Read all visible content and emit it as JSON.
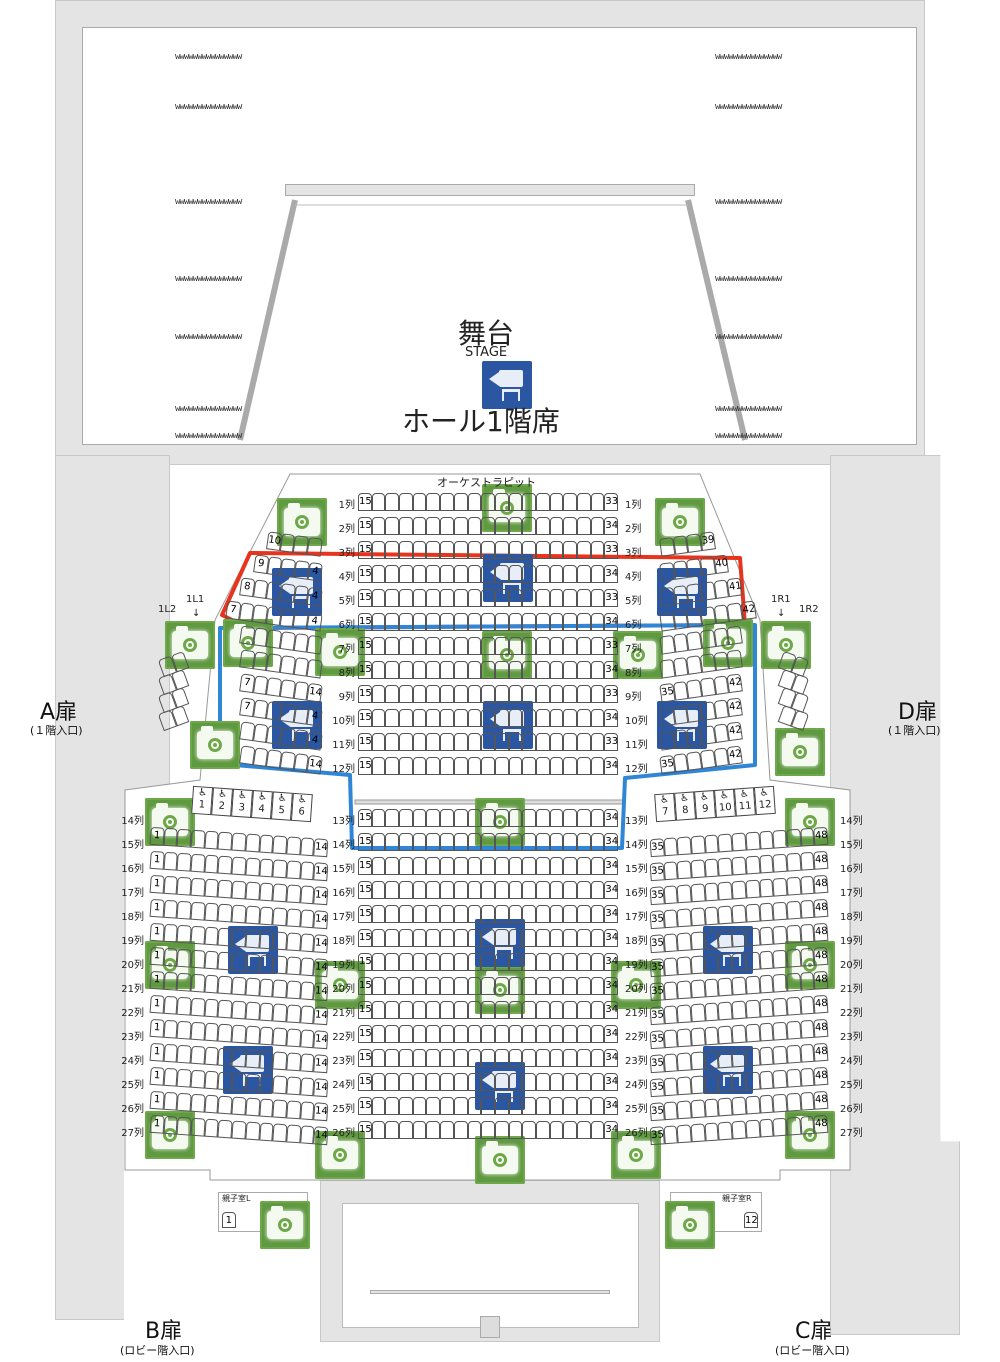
{
  "stage": {
    "title_jp": "舞台",
    "title_en": "STAGE",
    "hall_title": "ホール1階席",
    "batten": "wwwwwwwwwwwwwww"
  },
  "orchestra_pit": "オーケストラピット",
  "boxes": {
    "l1": "1L1",
    "l2": "1L2",
    "r1": "1R1",
    "r2": "1R2",
    "arrow": "↓"
  },
  "doors": {
    "a": {
      "label": "A扉",
      "sub": "(１階入口)"
    },
    "d": {
      "label": "D扉",
      "sub": "(１階入口)"
    },
    "b": {
      "label": "B扉",
      "sub": "(ロビー階入口)"
    },
    "c": {
      "label": "C扉",
      "sub": "(ロビー階入口)"
    }
  },
  "family_rooms": {
    "left": {
      "label": "親子室L",
      "first": "1"
    },
    "right": {
      "label": "親子室R",
      "last": "12"
    }
  },
  "center_rows": [
    {
      "label": "1列",
      "first": "15",
      "last": "33"
    },
    {
      "label": "2列",
      "first": "15",
      "last": "34"
    },
    {
      "label": "3列",
      "first": "15",
      "last": "33"
    },
    {
      "label": "4列",
      "first": "15",
      "last": "34"
    },
    {
      "label": "5列",
      "first": "15",
      "last": "33"
    },
    {
      "label": "6列",
      "first": "15",
      "last": "34"
    },
    {
      "label": "7列",
      "first": "15",
      "last": "33"
    },
    {
      "label": "8列",
      "first": "15",
      "last": "34"
    },
    {
      "label": "9列",
      "first": "15",
      "last": "33"
    },
    {
      "label": "10列",
      "first": "15",
      "last": "34"
    },
    {
      "label": "11列",
      "first": "15",
      "last": "33"
    },
    {
      "label": "12列",
      "first": "15",
      "last": "34"
    },
    {
      "label": "13列",
      "first": "15",
      "last": "34"
    },
    {
      "label": "14列",
      "first": "15",
      "last": "34"
    },
    {
      "label": "15列",
      "first": "15",
      "last": "34"
    },
    {
      "label": "16列",
      "first": "15",
      "last": "34"
    },
    {
      "label": "17列",
      "first": "15",
      "last": "34"
    },
    {
      "label": "18列",
      "first": "15",
      "last": "34"
    },
    {
      "label": "19列",
      "first": "15",
      "last": "34"
    },
    {
      "label": "20列",
      "first": "15",
      "last": "34"
    },
    {
      "label": "21列",
      "first": "15",
      "last": "34"
    },
    {
      "label": "22列",
      "first": "15",
      "last": "34"
    },
    {
      "label": "23列",
      "first": "15",
      "last": "34"
    },
    {
      "label": "24列",
      "first": "15",
      "last": "34"
    },
    {
      "label": "25列",
      "first": "15",
      "last": "34"
    },
    {
      "label": "26列",
      "first": "15",
      "last": "34"
    }
  ],
  "front_wing_rows": {
    "left": [
      {
        "first": "10",
        "last": ""
      },
      {
        "first": "9",
        "last": "4"
      },
      {
        "first": "8",
        "last": "4"
      },
      {
        "first": "7",
        "last": "4"
      },
      {
        "first": "",
        "last": ""
      },
      {
        "first": "",
        "last": ""
      },
      {
        "first": "7",
        "last": "14"
      },
      {
        "first": "7",
        "last": "4"
      },
      {
        "first": "",
        "last": "4"
      },
      {
        "first": "",
        "last": "14"
      }
    ],
    "right": [
      {
        "first": "",
        "last": "39"
      },
      {
        "first": "",
        "last": "40"
      },
      {
        "first": "",
        "last": "41"
      },
      {
        "first": "",
        "last": "42"
      },
      {
        "first": "",
        "last": ""
      },
      {
        "first": "",
        "last": ""
      },
      {
        "first": "35",
        "last": "42"
      },
      {
        "first": "",
        "last": "42"
      },
      {
        "first": "",
        "last": "42"
      },
      {
        "first": "35",
        "last": "42"
      }
    ]
  },
  "side_rows": [
    {
      "label": "14列"
    },
    {
      "label": "15列"
    },
    {
      "label": "16列"
    },
    {
      "label": "17列"
    },
    {
      "label": "18列"
    },
    {
      "label": "19列"
    },
    {
      "label": "20列"
    },
    {
      "label": "21列"
    },
    {
      "label": "22列"
    },
    {
      "label": "23列"
    },
    {
      "label": "24列"
    },
    {
      "label": "25列"
    },
    {
      "label": "26列"
    },
    {
      "label": "27列"
    }
  ],
  "side_numbers": {
    "left_first": "1",
    "left_last": "14",
    "right_first": "35",
    "right_last": "48"
  },
  "wheelchair": {
    "left": [
      "1",
      "2",
      "3",
      "4",
      "5",
      "6"
    ],
    "right": [
      "7",
      "8",
      "9",
      "10",
      "11",
      "12"
    ],
    "icon": "♿"
  },
  "colors": {
    "camera": "#5f9940",
    "video": "#2a56a2",
    "red_outline": "#e8341c",
    "blue_outline": "#2f86d6",
    "wall": "#e4e4e4"
  }
}
